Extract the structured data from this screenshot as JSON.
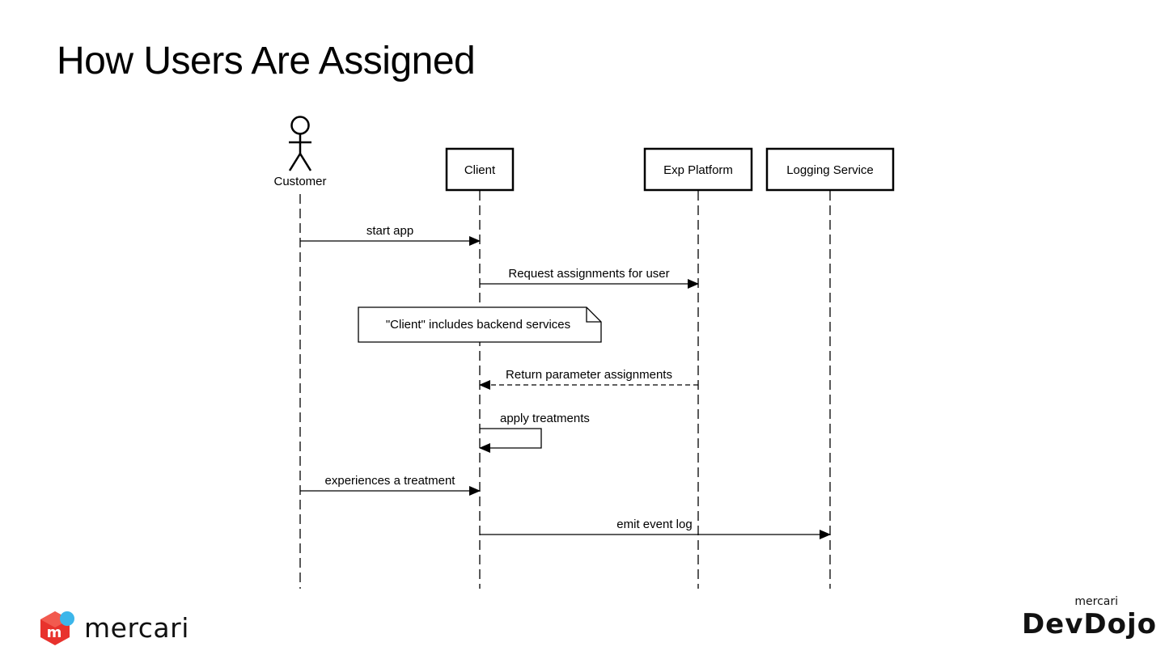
{
  "slide": {
    "title": "How Users Are Assigned"
  },
  "diagram": {
    "participants": [
      {
        "id": "customer",
        "label": "Customer",
        "kind": "actor"
      },
      {
        "id": "client",
        "label": "Client",
        "kind": "box"
      },
      {
        "id": "exp_platform",
        "label": "Exp Platform",
        "kind": "box"
      },
      {
        "id": "logging_service",
        "label": "Logging Service",
        "kind": "box"
      }
    ],
    "messages": [
      {
        "from": "customer",
        "to": "client",
        "label": "start app",
        "style": "solid"
      },
      {
        "from": "client",
        "to": "exp_platform",
        "label": "Request assignments for user",
        "style": "solid"
      },
      {
        "from": "exp_platform",
        "to": "client",
        "label": "Return parameter assignments",
        "style": "dashed"
      },
      {
        "from": "client",
        "to": "client",
        "label": "apply treatments",
        "style": "solid"
      },
      {
        "from": "customer",
        "to": "client",
        "label": "experiences a treatment",
        "style": "solid"
      },
      {
        "from": "client",
        "to": "logging_service",
        "label": "emit event log",
        "style": "solid"
      }
    ],
    "note": {
      "label": "\"Client\" includes backend services",
      "over": "client"
    }
  },
  "footer": {
    "left_brand": "mercari",
    "right_brand_small": "mercari",
    "right_brand_large": "DevDojo"
  },
  "colors": {
    "logo_red": "#e8322d",
    "logo_blue": "#3cb6ea",
    "line": "#000000"
  }
}
